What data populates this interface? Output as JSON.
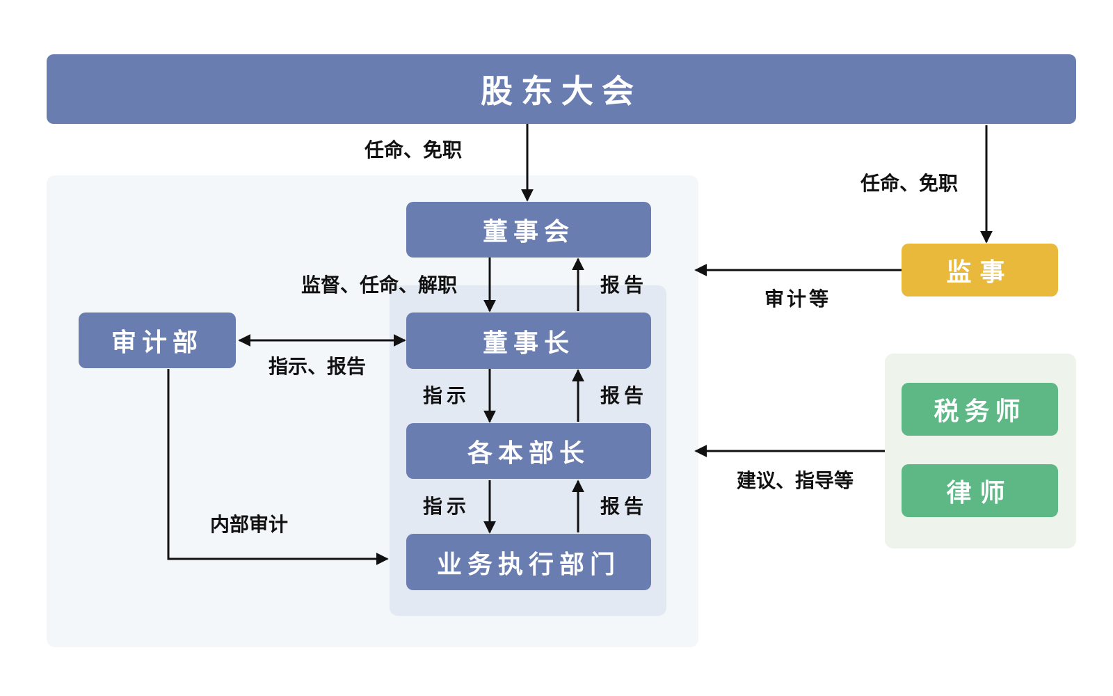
{
  "nodes": {
    "shareholders": "股东大会",
    "board": "董事会",
    "chairman": "董事长",
    "ministers": "各本部长",
    "departments": "业务执行部门",
    "audit_dept": "审计部",
    "supervisor": "监事",
    "tax_advisor": "税务师",
    "lawyer": "律师"
  },
  "edges": {
    "shareholders_to_board": "任命、免职",
    "shareholders_to_supervisor": "任命、免职",
    "board_to_chairman": "监督、任命、解职",
    "chairman_to_board": "报告",
    "audit_chairman": "指示、报告",
    "chairman_to_ministers": "指示",
    "ministers_to_chairman": "报告",
    "ministers_to_departments": "指示",
    "departments_to_ministers": "报告",
    "audit_to_departments": "内部审计",
    "supervisor_to_company": "审计等",
    "advisors_to_company": "建议、指导等"
  },
  "colors": {
    "node_blue": "#6a7db0",
    "supervisor_yellow": "#e8b93a",
    "advisor_green": "#5db886",
    "company_panel": "#f4f7fa",
    "management_panel": "#e3e9f2",
    "advisor_panel": "#eef4ec"
  }
}
